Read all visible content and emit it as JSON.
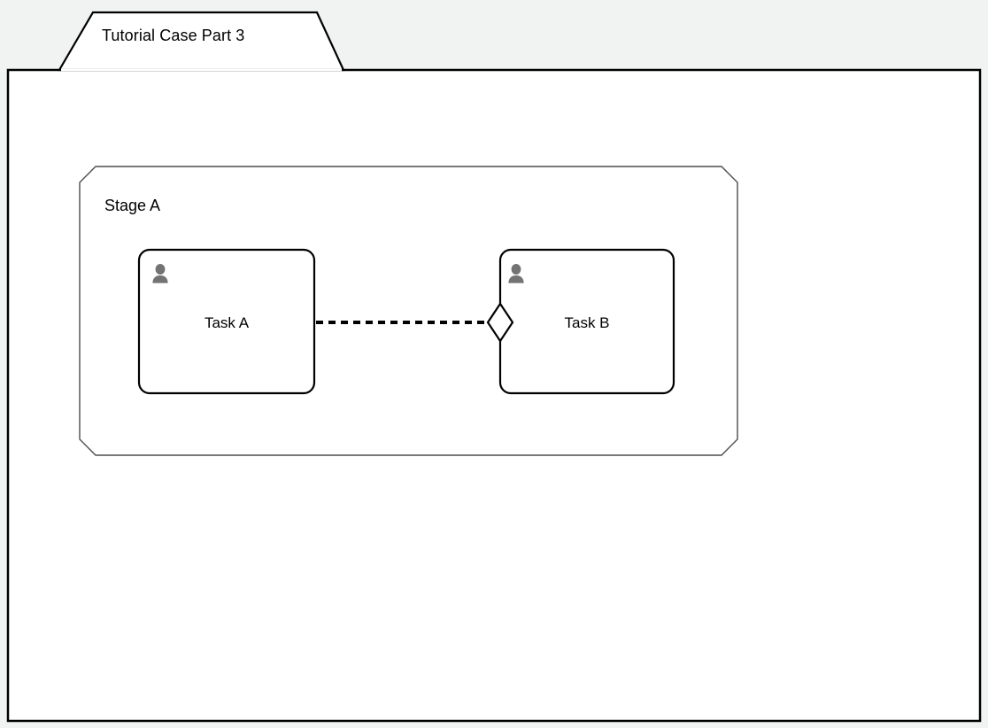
{
  "canvas": {
    "background_color": "#f1f2f2",
    "surface_color": "#ffffff",
    "border_color": "#000000"
  },
  "tab": {
    "label": "Tutorial Case Part 3",
    "shape": "trapezoid",
    "fill": "#ffffff",
    "border_color": "#000000"
  },
  "diagram": {
    "stage": {
      "label": "Stage A",
      "shape": "chamfered-rectangle",
      "fill": "#ffffff",
      "border_color": "#4d4d4d"
    },
    "nodes": [
      {
        "id": "task-a",
        "label": "Task A",
        "icon": "user-icon",
        "icon_color": "#737373",
        "shape": "rounded-rectangle",
        "fill": "#ffffff",
        "border_color": "#000000"
      },
      {
        "id": "task-b",
        "label": "Task B",
        "icon": "user-icon",
        "icon_color": "#737373",
        "shape": "rounded-rectangle",
        "fill": "#ffffff",
        "border_color": "#000000"
      }
    ],
    "connector": {
      "from": "task-a",
      "to": "task-b",
      "style": "dashed",
      "color": "#000000",
      "end_marker": "diamond",
      "marker_fill": "#ffffff"
    }
  }
}
